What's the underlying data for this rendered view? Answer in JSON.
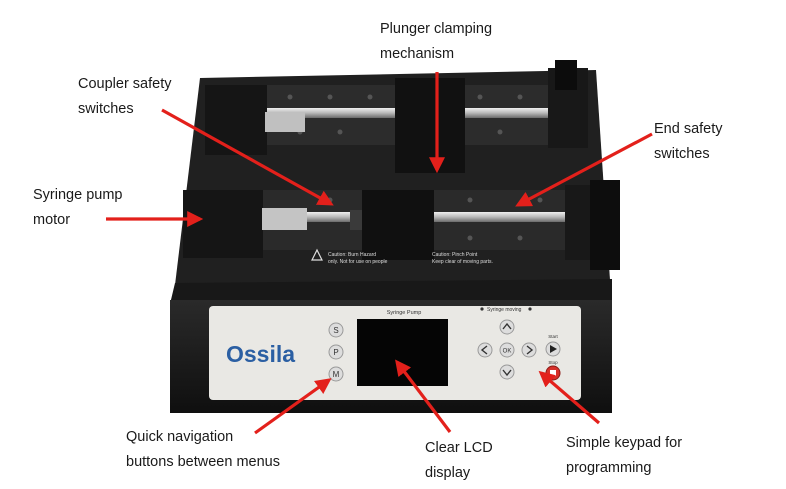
{
  "callouts": {
    "plunger": [
      "Plunger clamping",
      "mechanism"
    ],
    "coupler": [
      "Coupler safety",
      "switches"
    ],
    "endsafety": [
      "End safety",
      "switches"
    ],
    "motor": [
      "Syringe pump",
      "motor"
    ],
    "quicknav": [
      "Quick navigation",
      "buttons between menus"
    ],
    "lcd": [
      "Clear LCD",
      "display"
    ],
    "keypad": [
      "Simple keypad for",
      "programming"
    ]
  },
  "device": {
    "brand": "Ossila",
    "screen_title": "Syringe Pump",
    "status_label": "Syringe moving",
    "menu_buttons": [
      "S",
      "P",
      "M"
    ],
    "ok_label": "OK",
    "start_label": "Start",
    "stop_label": "Stop",
    "caution_left": "Caution: Burn Hazard",
    "caution_left_sub": "only. Not for use on people",
    "caution_right": "Caution: Pinch Point",
    "caution_right_sub": "Keep clear of moving parts."
  },
  "colors": {
    "arrow": "#e3201b",
    "device_dark": "#1a1a1a",
    "panel": "#e9e8e4",
    "metal": "#c8c8c8",
    "lcd": "#050505"
  },
  "icons": [
    "warning-triangle-icon",
    "up-arrow-icon",
    "down-arrow-icon",
    "left-arrow-icon",
    "right-arrow-icon",
    "play-icon",
    "stop-icon"
  ]
}
